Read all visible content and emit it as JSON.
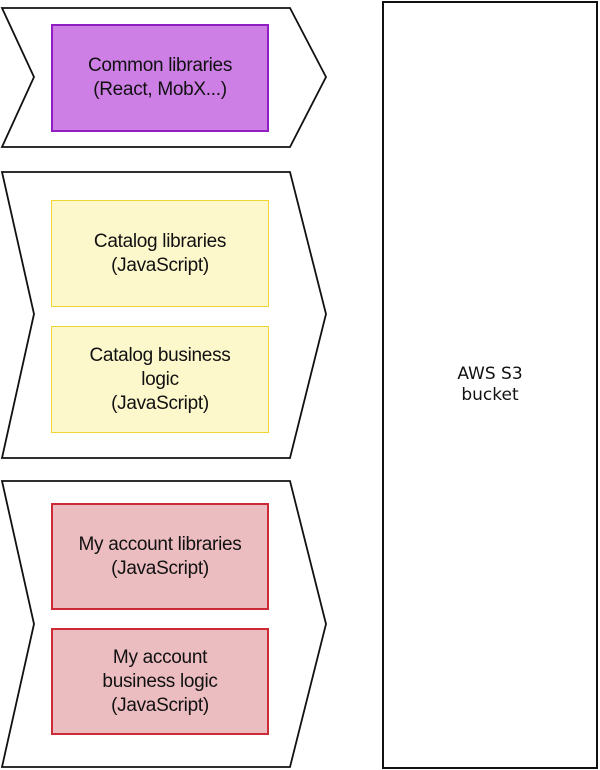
{
  "diagram": {
    "stages": [
      {
        "name": "common",
        "color": "#cd7fe6",
        "boxes": [
          {
            "label": "Common libraries\n(React, MobX...)"
          }
        ]
      },
      {
        "name": "catalog",
        "color": "#fdf7cc",
        "boxes": [
          {
            "label": "Catalog libraries\n(JavaScript)"
          },
          {
            "label": "Catalog business\nlogic\n(JavaScript)"
          }
        ]
      },
      {
        "name": "my-account",
        "color": "#ecbdc0",
        "boxes": [
          {
            "label": "My account libraries\n(JavaScript)"
          },
          {
            "label": "My account\nbusiness logic\n(JavaScript)"
          }
        ]
      }
    ],
    "target": {
      "label": "AWS S3\nbucket"
    }
  }
}
